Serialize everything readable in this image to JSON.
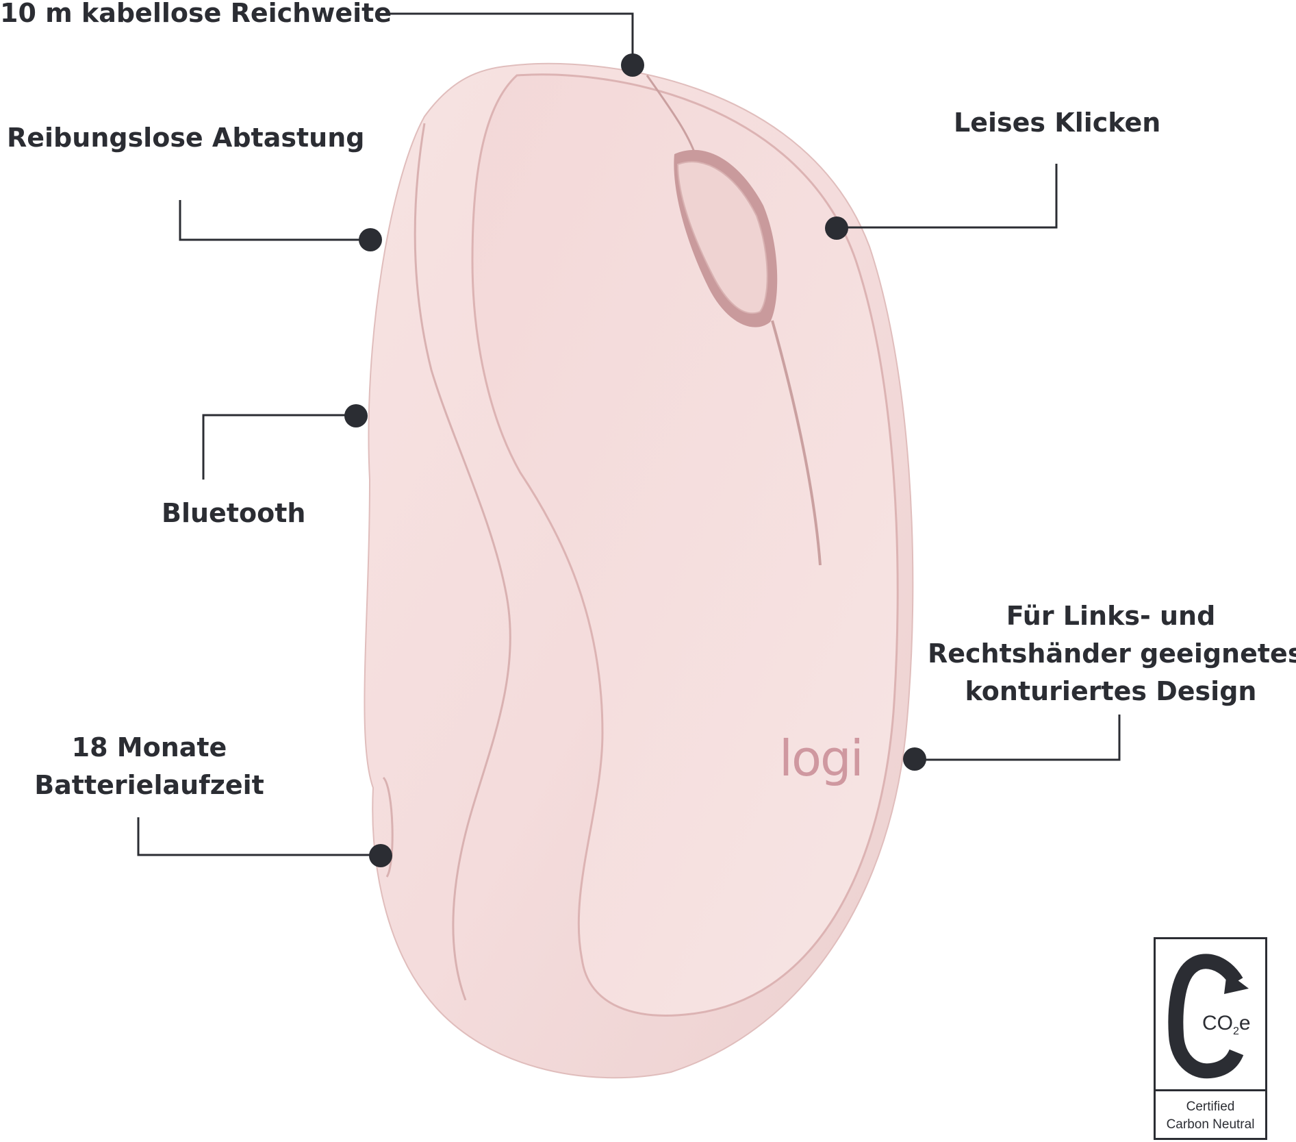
{
  "features": {
    "range": "10 m kabellose Reichweite",
    "tracking": "Reibungslose Abtastung",
    "clicking": "Leises Klicken",
    "bluetooth": "Bluetooth",
    "battery_line1": "18 Monate",
    "battery_line2": "Batterielaufzeit",
    "design_line1": "Für Links- und",
    "design_line2": "Rechtshänder geeignetes,",
    "design_line3": "konturiertes Design"
  },
  "product": {
    "logo": "logi",
    "colors": {
      "body": "#f4dcdc",
      "body_shadow": "#e8c7c6",
      "logo": "#cf98a0",
      "callout": "#2b2d33"
    }
  },
  "badge": {
    "symbol": "CO2e",
    "co2_main": "CO",
    "co2_sub": "2",
    "co2_suffix": "e",
    "line1": "Certified",
    "line2": "Carbon Neutral"
  }
}
